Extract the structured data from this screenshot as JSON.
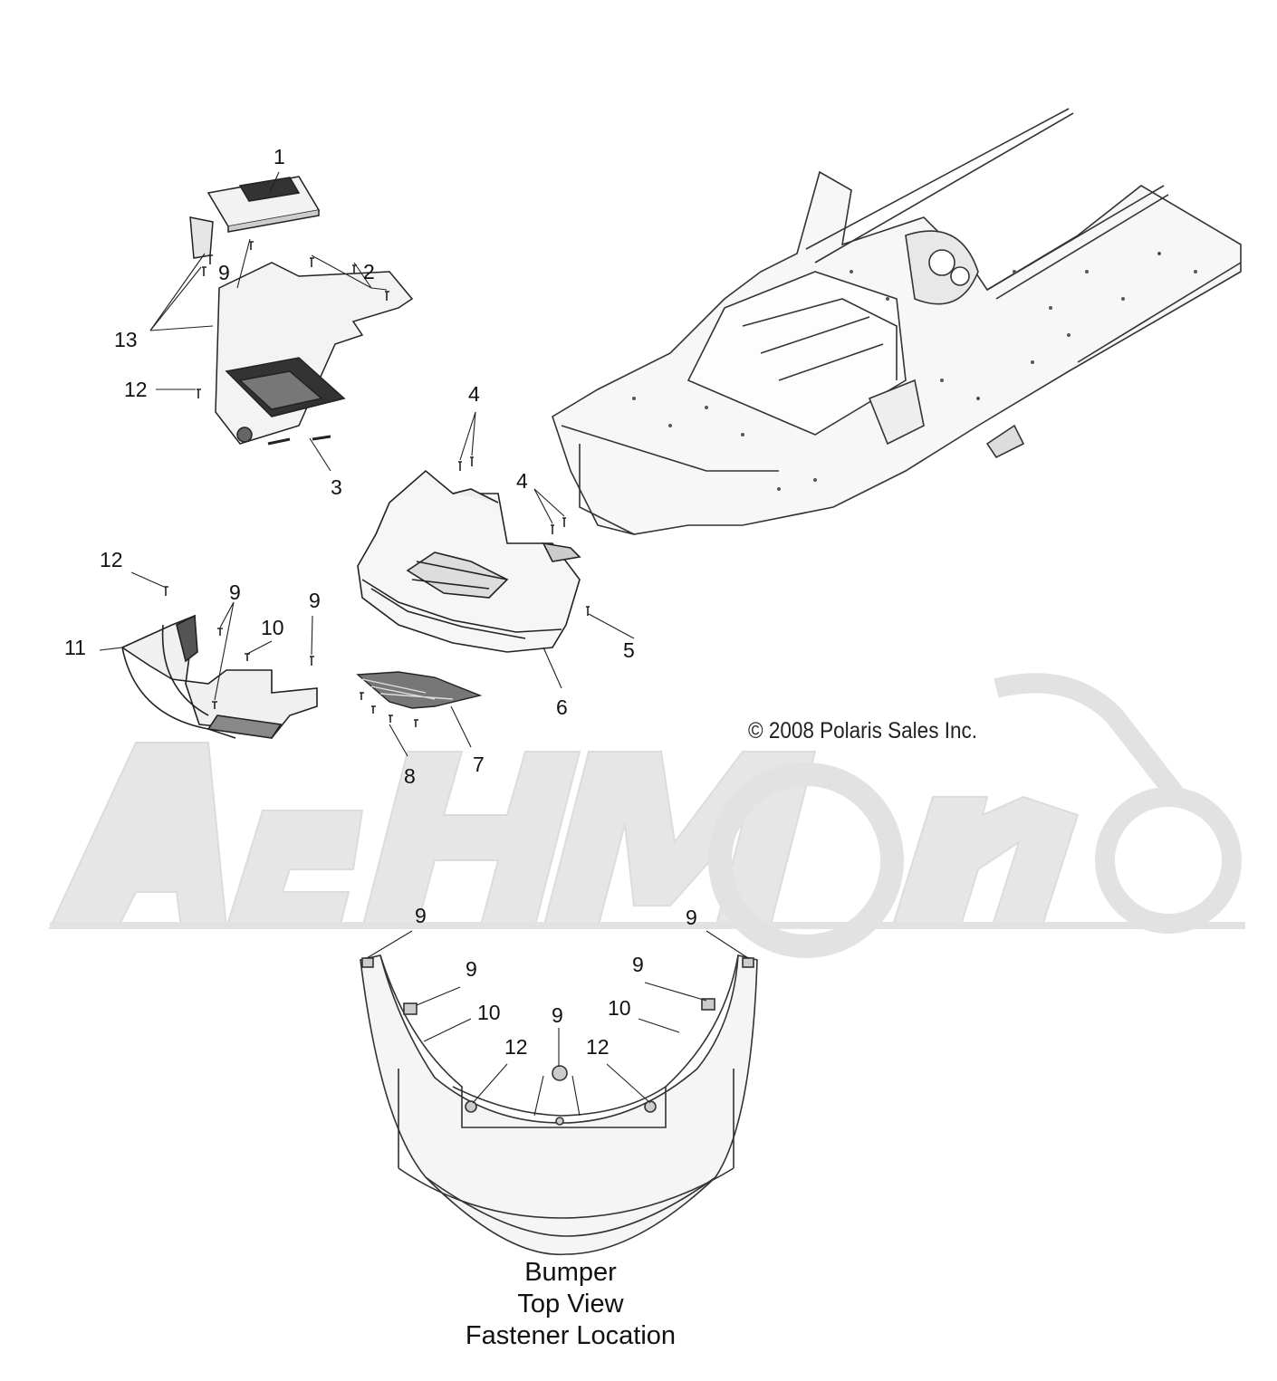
{
  "diagram": {
    "copyright": "© 2008 Polaris Sales Inc.",
    "caption": [
      "Bumper",
      "Top View",
      "Fastener Location"
    ],
    "watermark": "AeHMoto",
    "callouts": {
      "c1": "1",
      "c2": "2",
      "c3": "3",
      "c4a": "4",
      "c4b": "4",
      "c5": "5",
      "c6": "6",
      "c7": "7",
      "c8": "8",
      "c9a": "9",
      "c9b": "9",
      "c9c": "9",
      "c10a": "10",
      "c11": "11",
      "c12a": "12",
      "c12b": "12",
      "c13": "13",
      "t9a": "9",
      "t9b": "9",
      "t9c": "9",
      "t9d": "9",
      "t9e": "9",
      "t10a": "10",
      "t10b": "10",
      "t12a": "12",
      "t12b": "12"
    }
  }
}
